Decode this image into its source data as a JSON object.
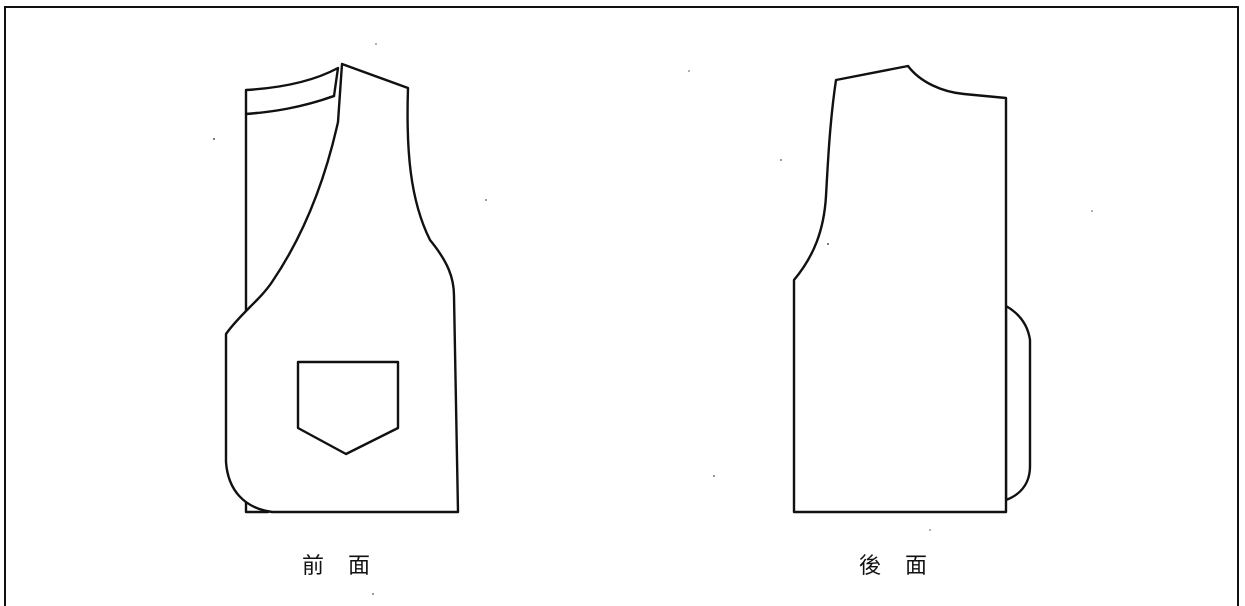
{
  "labels": {
    "front_char_1": "前",
    "front_char_2": "面",
    "back_char_1": "後",
    "back_char_2": "面"
  },
  "colors": {
    "line": "#111111",
    "background": "#ffffff"
  }
}
